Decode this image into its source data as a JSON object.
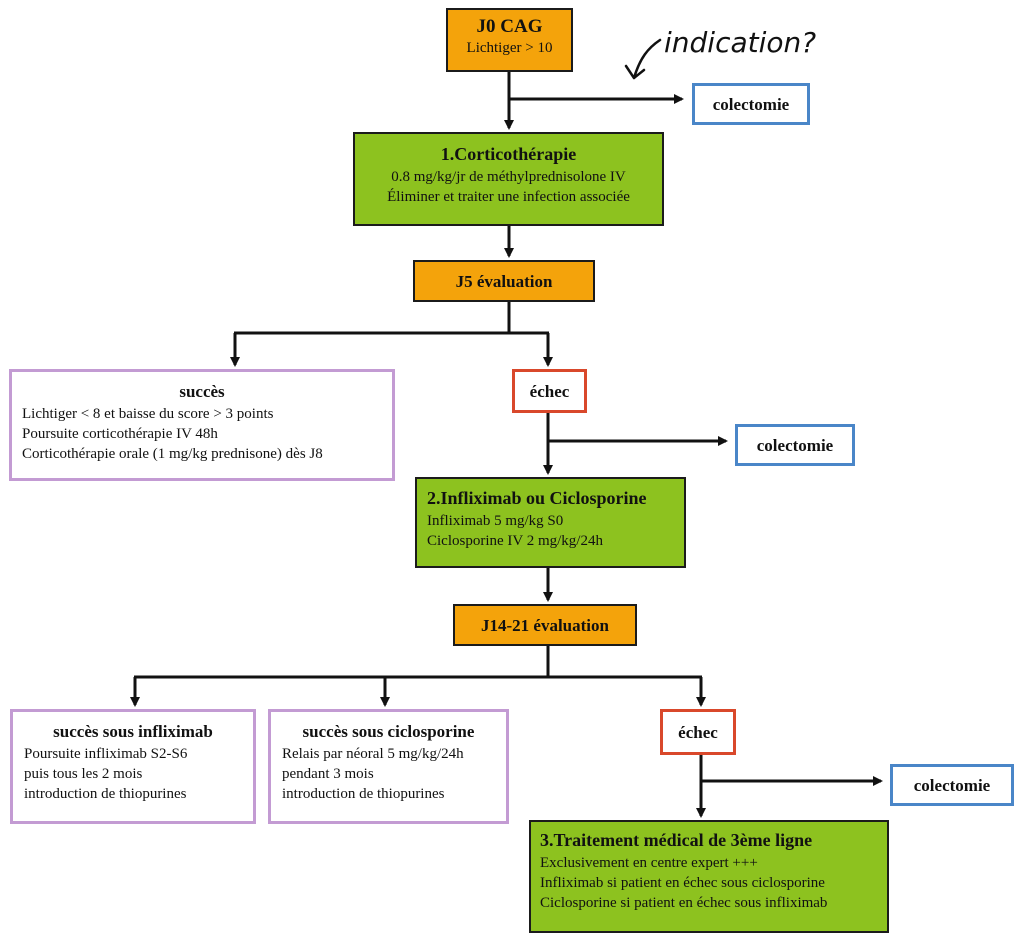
{
  "start": {
    "title": "J0 CAG",
    "line1": "Lichtiger > 10"
  },
  "handwritten_note": "indication?",
  "colectomy_label": "colectomie",
  "step1": {
    "title": "1.Corticothérapie",
    "line1": "0.8 mg/kg/jr de méthylprednisolone IV",
    "line2": "Éliminer et traiter une infection associée"
  },
  "eval1": {
    "title": "J5 évaluation"
  },
  "success1": {
    "title": "succès",
    "line1": "Lichtiger < 8 et baisse du score > 3 points",
    "line2": "Poursuite corticothérapie IV 48h",
    "line3": "Corticothérapie orale (1 mg/kg prednisone) dès J8"
  },
  "failure_label": "échec",
  "step2": {
    "title": "2.Infliximab ou Ciclosporine",
    "line1": "Infliximab 5 mg/kg S0",
    "line2": "Ciclosporine IV 2 mg/kg/24h"
  },
  "eval2": {
    "title": "J14-21 évaluation"
  },
  "success_infliximab": {
    "title": "succès sous infliximab",
    "line1": "Poursuite infliximab S2-S6",
    "line2": "puis tous les 2 mois",
    "line3": "introduction de thiopurines"
  },
  "success_ciclosporine": {
    "title": "succès sous ciclosporine",
    "line1": "Relais par néoral 5 mg/kg/24h",
    "line2": "pendant 3 mois",
    "line3": "introduction de thiopurines"
  },
  "step3": {
    "title": "3.Traitement médical de 3ème ligne",
    "line1": "Exclusivement en centre expert +++",
    "line2": "Infliximab si patient en échec sous ciclosporine",
    "line3": "Ciclosporine si patient en échec sous infliximab"
  },
  "colors": {
    "orange": "#f4a30b",
    "green": "#8dc21f",
    "lilac_border": "#c39bd3",
    "blue_border": "#4a86c8",
    "red_border": "#d9482b"
  }
}
